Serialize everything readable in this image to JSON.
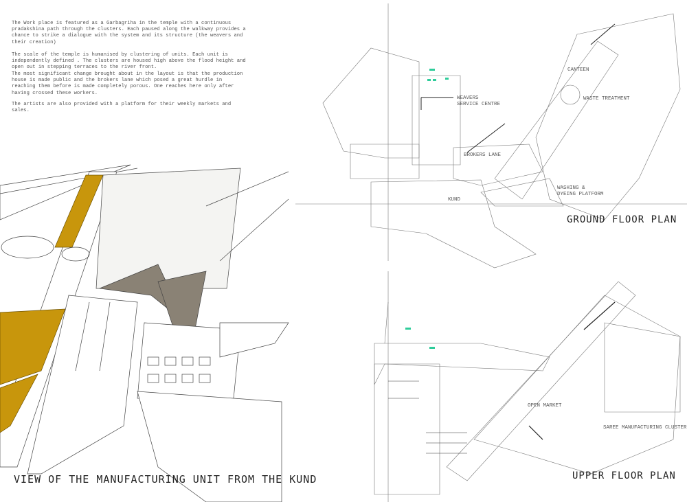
{
  "description": {
    "paragraphs": [
      "The Work place is featured as a Garbagriha in the temple with a continuous pradakshina path through the clusters. Each paused along the walkway provides a chance to strike a dialogue with the system and its structure (the weavers and their creation)",
      "The scale of the temple is humanised by clustering of units. Each unit is independently defined . The clusters are housed high above the flood height and open out in stepping terraces to the river front.",
      "The most significant change brought about in the layout is that the production house is made public and the brokers lane which posed a great hurdle in reaching them before is made completely porous. One reaches here only after having crossed these workers.",
      "The artists are also provided with a platform for their weekly markets and sales."
    ]
  },
  "view": {
    "title": "VIEW OF THE MANUFACTURING UNIT FROM THE KUND"
  },
  "ground_floor": {
    "title": "GROUND FLOOR PLAN",
    "labels": {
      "weavers1": "WEAVERS",
      "weavers2": "SERVICE CENTRE",
      "canteen": "CANTEEN",
      "waste": "WASTE TREATMENT",
      "brokers": "BROKERS LANE",
      "kund": "KUND",
      "washing1": "WASHING &",
      "washing2": "DYEING PLATFORM"
    }
  },
  "upper_floor": {
    "title": "UPPER FLOOR PLAN",
    "labels": {
      "market": "OPEN MARKET",
      "saree": "SAREE MANUFACTURING CLUSTER"
    }
  },
  "colors": {
    "accent_ochre": "#c8960c",
    "roof_grey": "#8a8275",
    "line": "#666666",
    "marker_green": "#2ecc9a"
  }
}
